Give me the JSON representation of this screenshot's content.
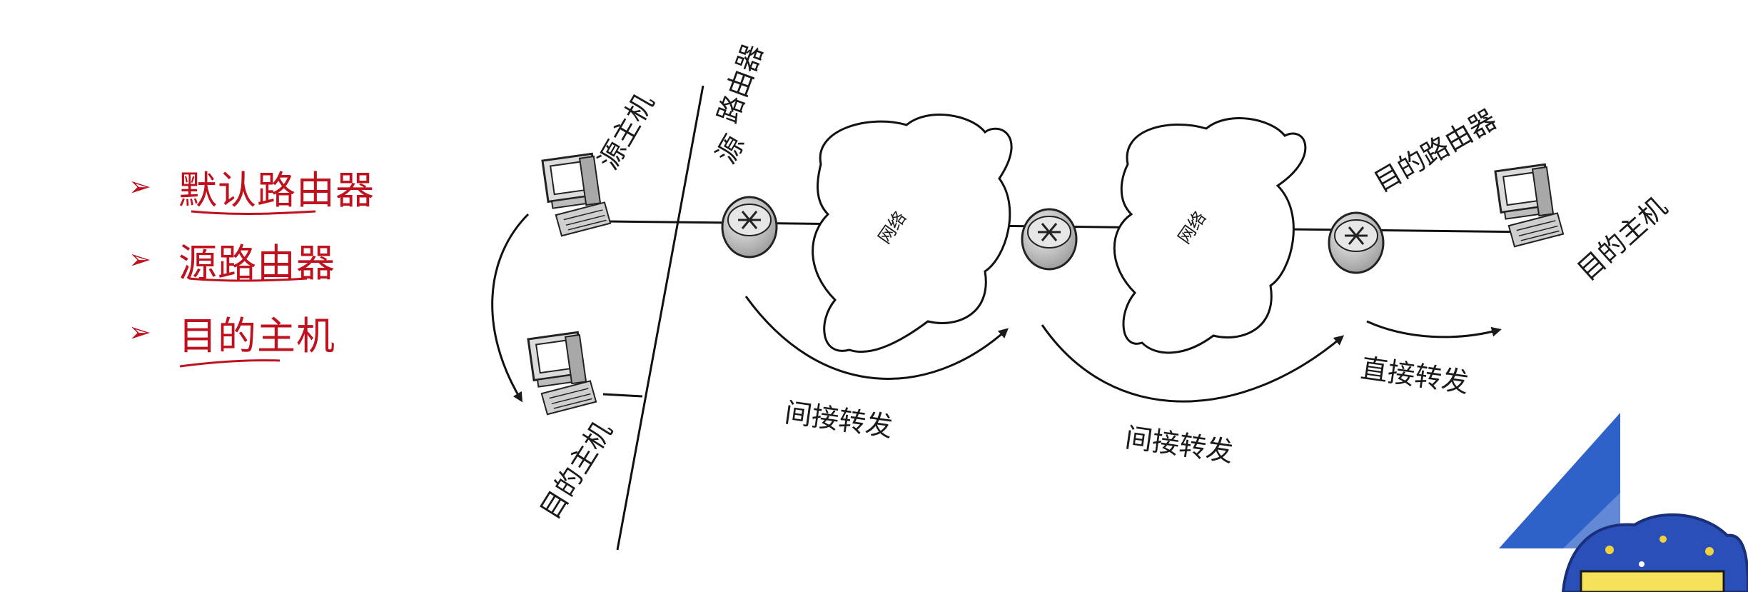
{
  "bullets": [
    {
      "label": "默认路由器"
    },
    {
      "label": "源路由器"
    },
    {
      "label": "目的主机"
    }
  ],
  "diagram": {
    "source_host": "源主机",
    "router_header": "路由器",
    "source_router": "源",
    "network_1": "网络",
    "network_2": "网络",
    "dest_router": "目的路由器",
    "dest_host_right": "目的主机",
    "dest_host_local": "目的主机",
    "indirect_1": "间接转发",
    "indirect_2": "间接转发",
    "direct": "直接转发"
  },
  "colors": {
    "bullet_red": "#c0121e",
    "underline_red": "#c0121e",
    "ink": "#1a1a1a",
    "accent_blue": "#2f62c8"
  }
}
